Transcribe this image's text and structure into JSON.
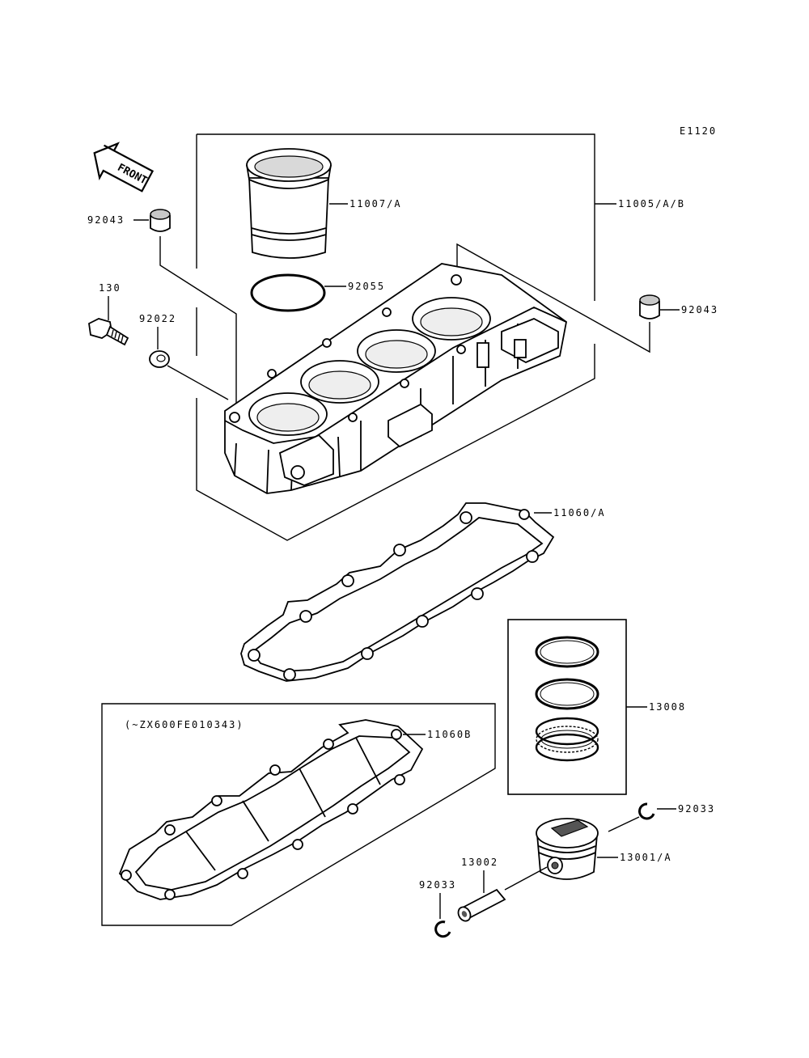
{
  "diagram_code": "E1120",
  "front_label": "FRONT",
  "labels": {
    "p11007": "11007/A",
    "p11005": "11005/A/B",
    "p92043_left": "92043",
    "p92043_right": "92043",
    "p92055": "92055",
    "p130": "130",
    "p92022": "92022",
    "p11060": "11060/A",
    "p13008": "13008",
    "p11060b": "11060B",
    "serial_note": "(~ZX600FE010343)",
    "p92033_right": "92033",
    "p13001": "13001/A",
    "p13002": "13002",
    "p92033_left": "92033"
  }
}
